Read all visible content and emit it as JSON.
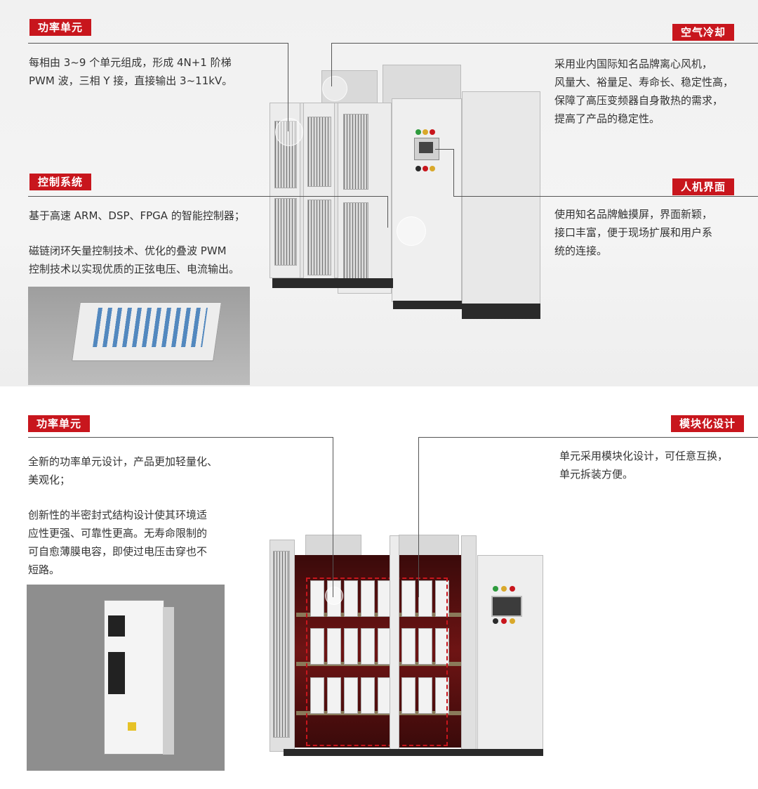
{
  "section1": {
    "power_unit": {
      "tag": "功率单元",
      "lines": [
        "每相由 3~9 个单元组成，形成 4N+1 阶梯",
        "PWM 波，三相 Y 接，直接输出 3~11kV。"
      ]
    },
    "air_cooling": {
      "tag": "空气冷却",
      "lines": [
        "采用业内国际知名品牌离心风机，",
        "风量大、裕量足、寿命长、稳定性高，",
        "保障了高压变频器自身散热的需求，",
        "提高了产品的稳定性。"
      ]
    },
    "control_system": {
      "tag": "控制系统",
      "para1": "基于高速 ARM、DSP、FPGA 的智能控制器；",
      "para2": [
        "磁链闭环矢量控制技术、优化的叠波 PWM",
        "控制技术以实现优质的正弦电压、电流输出。"
      ]
    },
    "hmi": {
      "tag": "人机界面",
      "lines": [
        "使用知名品牌触摸屏，界面新颖，",
        "接口丰富，便于现场扩展和用户系",
        "统的连接。"
      ]
    }
  },
  "section2": {
    "power_unit": {
      "tag": "功率单元",
      "para1": [
        "全新的功率单元设计，产品更加轻量化、",
        "美观化；"
      ],
      "para2": [
        "创新性的半密封式结构设计使其环境适",
        "应性更强、可靠性更高。无寿命限制的",
        "可自愈薄膜电容，即使过电压击穿也不",
        "短路。"
      ]
    },
    "modular": {
      "tag": "模块化设计",
      "lines": [
        "单元采用模块化设计，可任意互换，",
        "单元拆装方便。"
      ]
    }
  },
  "colors": {
    "accent": "#c8161d",
    "text": "#333333",
    "line": "#555555"
  }
}
